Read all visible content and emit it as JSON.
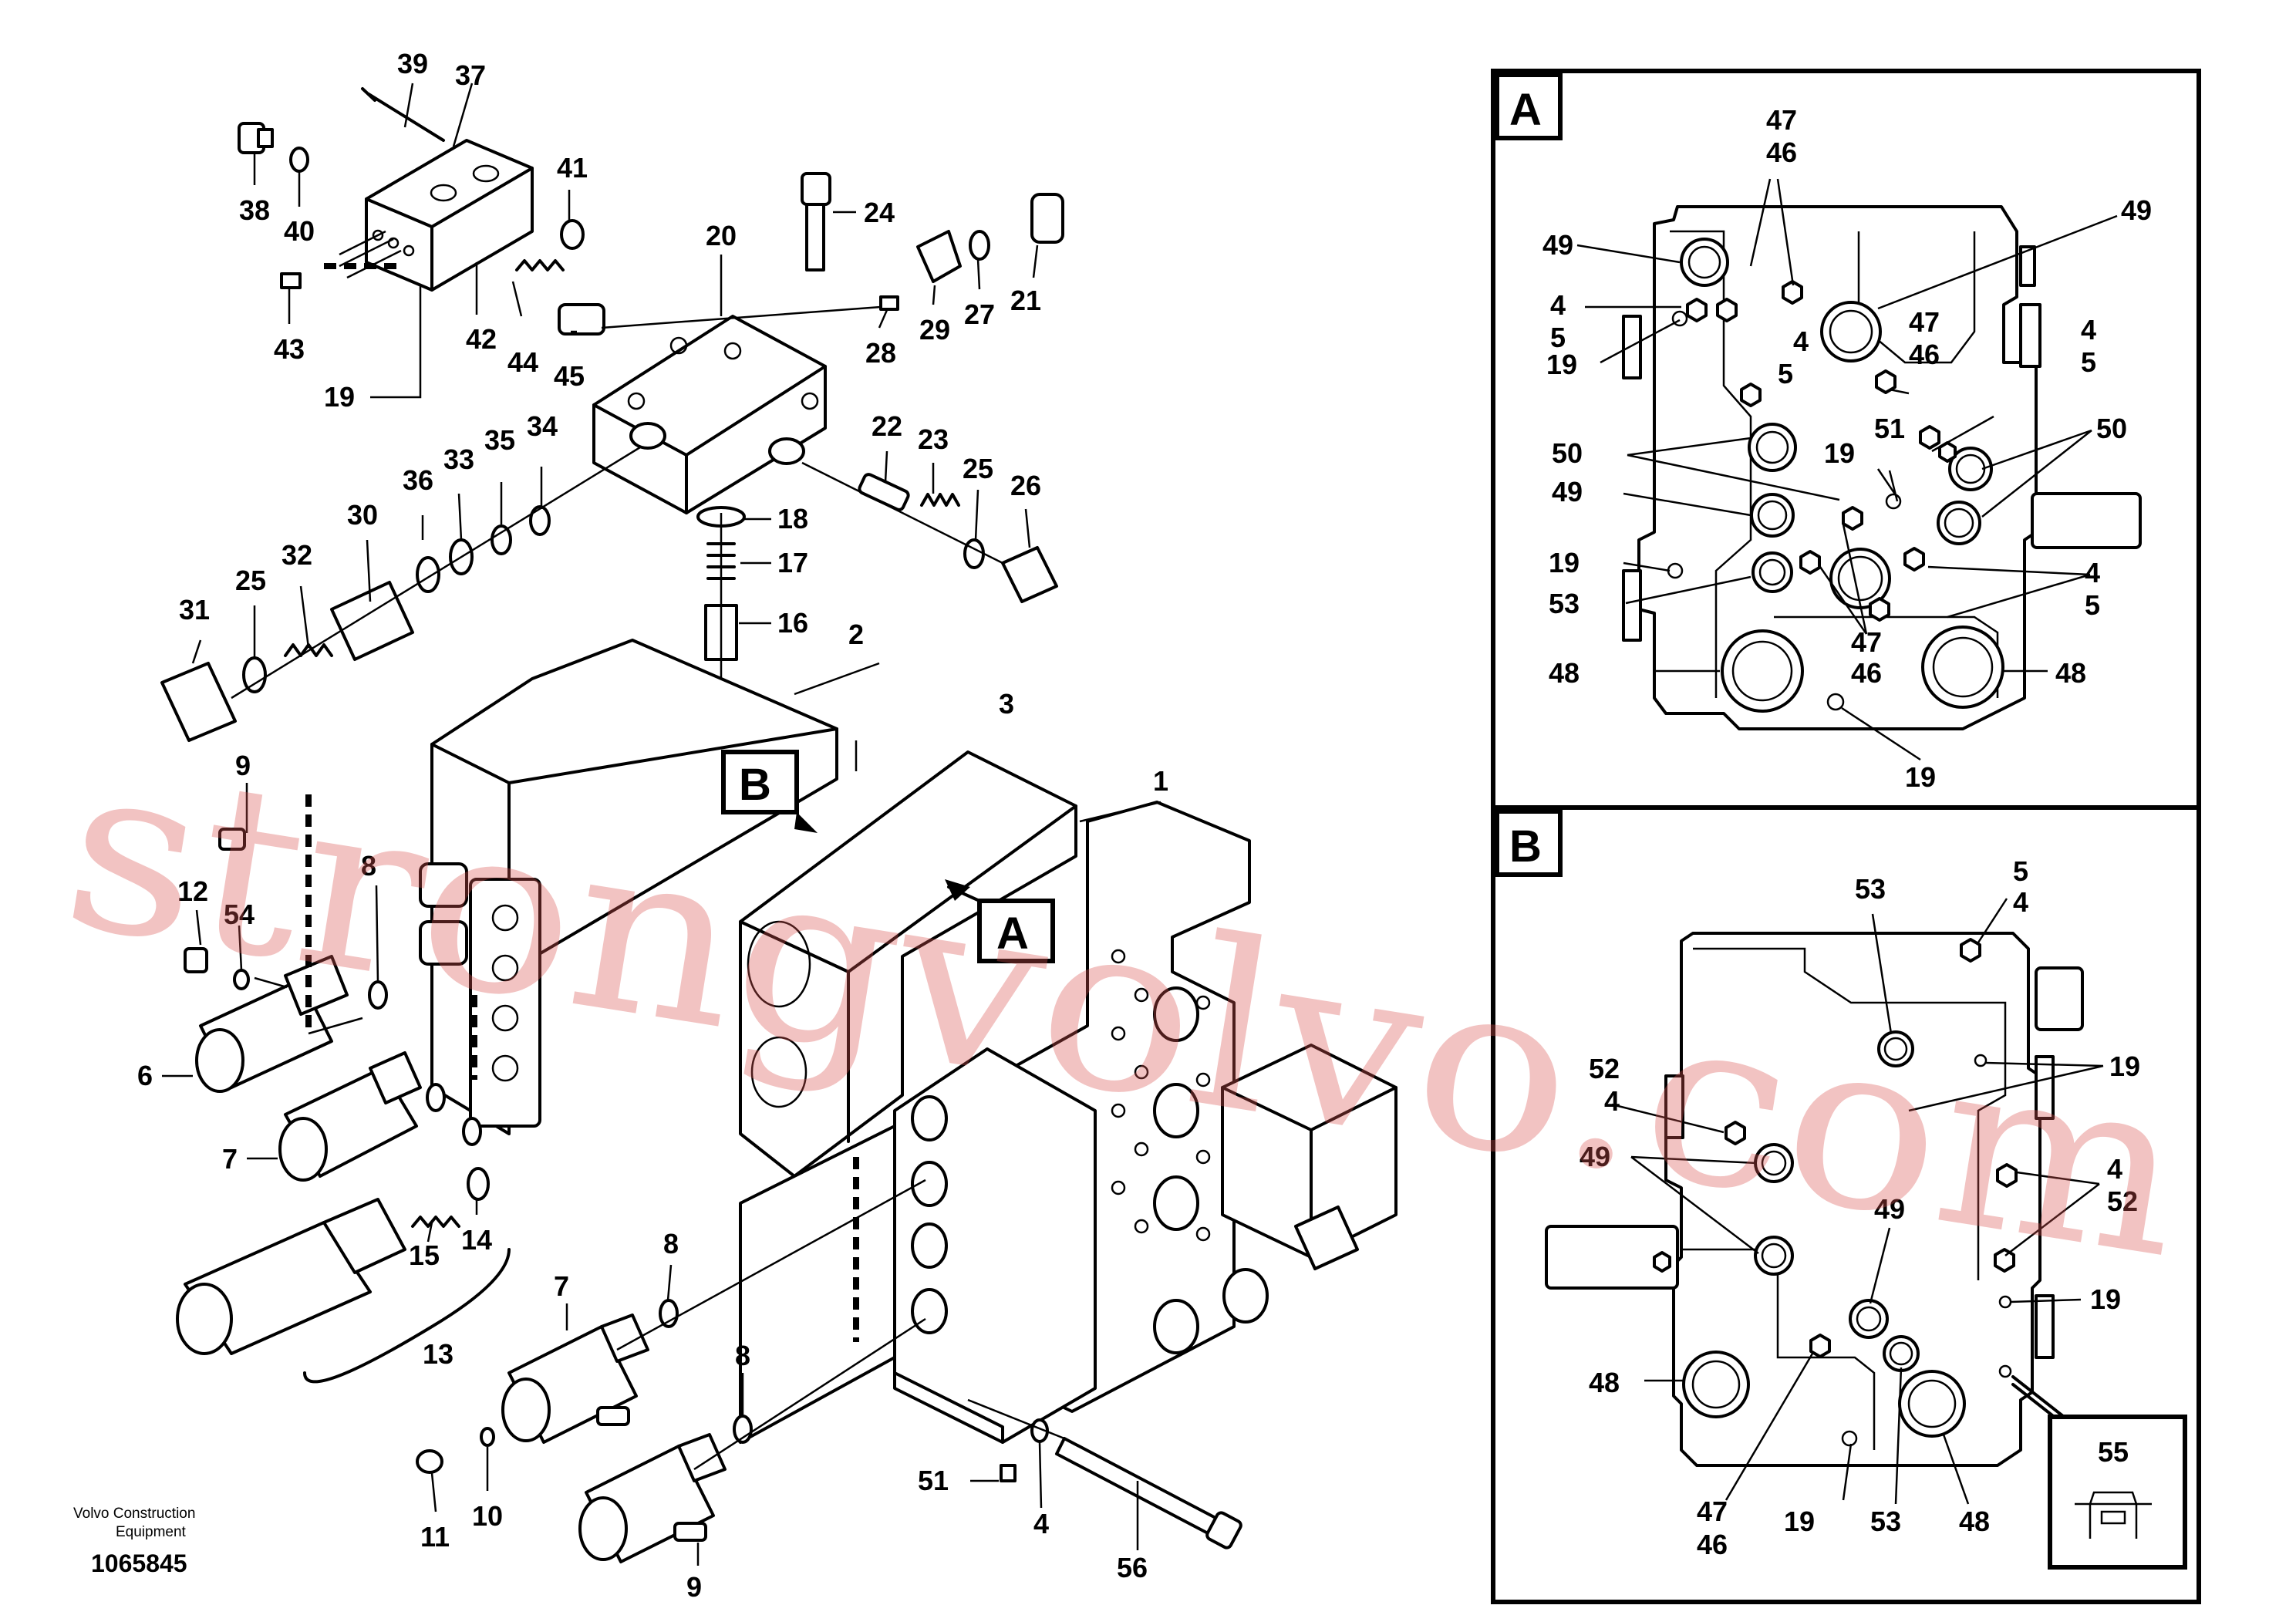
{
  "caption": {
    "company_line1": "Volvo Construction",
    "company_line2": "Equipment",
    "document_number": "1065845"
  },
  "watermark": "strongvolvo.com",
  "callouts": {
    "A_main": "A",
    "B_main": "B",
    "A_panel": "A",
    "B_panel": "B"
  },
  "main_labels": {
    "l39": "39",
    "l37": "37",
    "l38": "38",
    "l40": "40",
    "l41": "41",
    "l43": "43",
    "l42": "42",
    "l44": "44",
    "l45": "45",
    "l19": "19",
    "l24": "24",
    "l20": "20",
    "l21": "21",
    "l27": "27",
    "l29": "29",
    "l28": "28",
    "l22": "22",
    "l23": "23",
    "l25a": "25",
    "l26": "26",
    "l18": "18",
    "l17": "17",
    "l16": "16",
    "l2": "2",
    "l3": "3",
    "l1": "1",
    "l36": "36",
    "l33": "33",
    "l35": "35",
    "l34": "34",
    "l30": "30",
    "l32": "32",
    "l25b": "25",
    "l31": "31",
    "l9a": "9",
    "l12": "12",
    "l54": "54",
    "l8a": "8",
    "l6": "6",
    "l7a": "7",
    "l15": "15",
    "l14": "14",
    "l13": "13",
    "l8b": "8",
    "l7b": "7",
    "l8c": "8",
    "l11": "11",
    "l10": "10",
    "l9b": "9",
    "l51": "51",
    "l4": "4",
    "l56": "56"
  },
  "panel_a_labels": {
    "p47a": "47",
    "p46a": "46",
    "p49a": "49",
    "p49b": "49",
    "p4a": "4",
    "p5a": "5",
    "p4b": "4",
    "p5b": "5",
    "p47b": "47",
    "p46b": "46",
    "p4c": "4",
    "p5c": "5",
    "p19a": "19",
    "p50a": "50",
    "p50b": "50",
    "p49c": "49",
    "p19b": "19",
    "p51": "51",
    "p19c": "19",
    "p53": "53",
    "p47c": "47",
    "p46c": "46",
    "p4d": "4",
    "p5d": "5",
    "p48a": "48",
    "p48b": "48",
    "p19d": "19"
  },
  "panel_b_labels": {
    "q53a": "53",
    "q5": "5",
    "q4a": "4",
    "q52a": "52",
    "q4b": "4",
    "q19a": "19",
    "q49a": "49",
    "q4c": "4",
    "q52b": "52",
    "q49b": "49",
    "q19b": "19",
    "q48a": "48",
    "q55": "55",
    "q47": "47",
    "q46": "46",
    "q19c": "19",
    "q53b": "53",
    "q48b": "48"
  }
}
